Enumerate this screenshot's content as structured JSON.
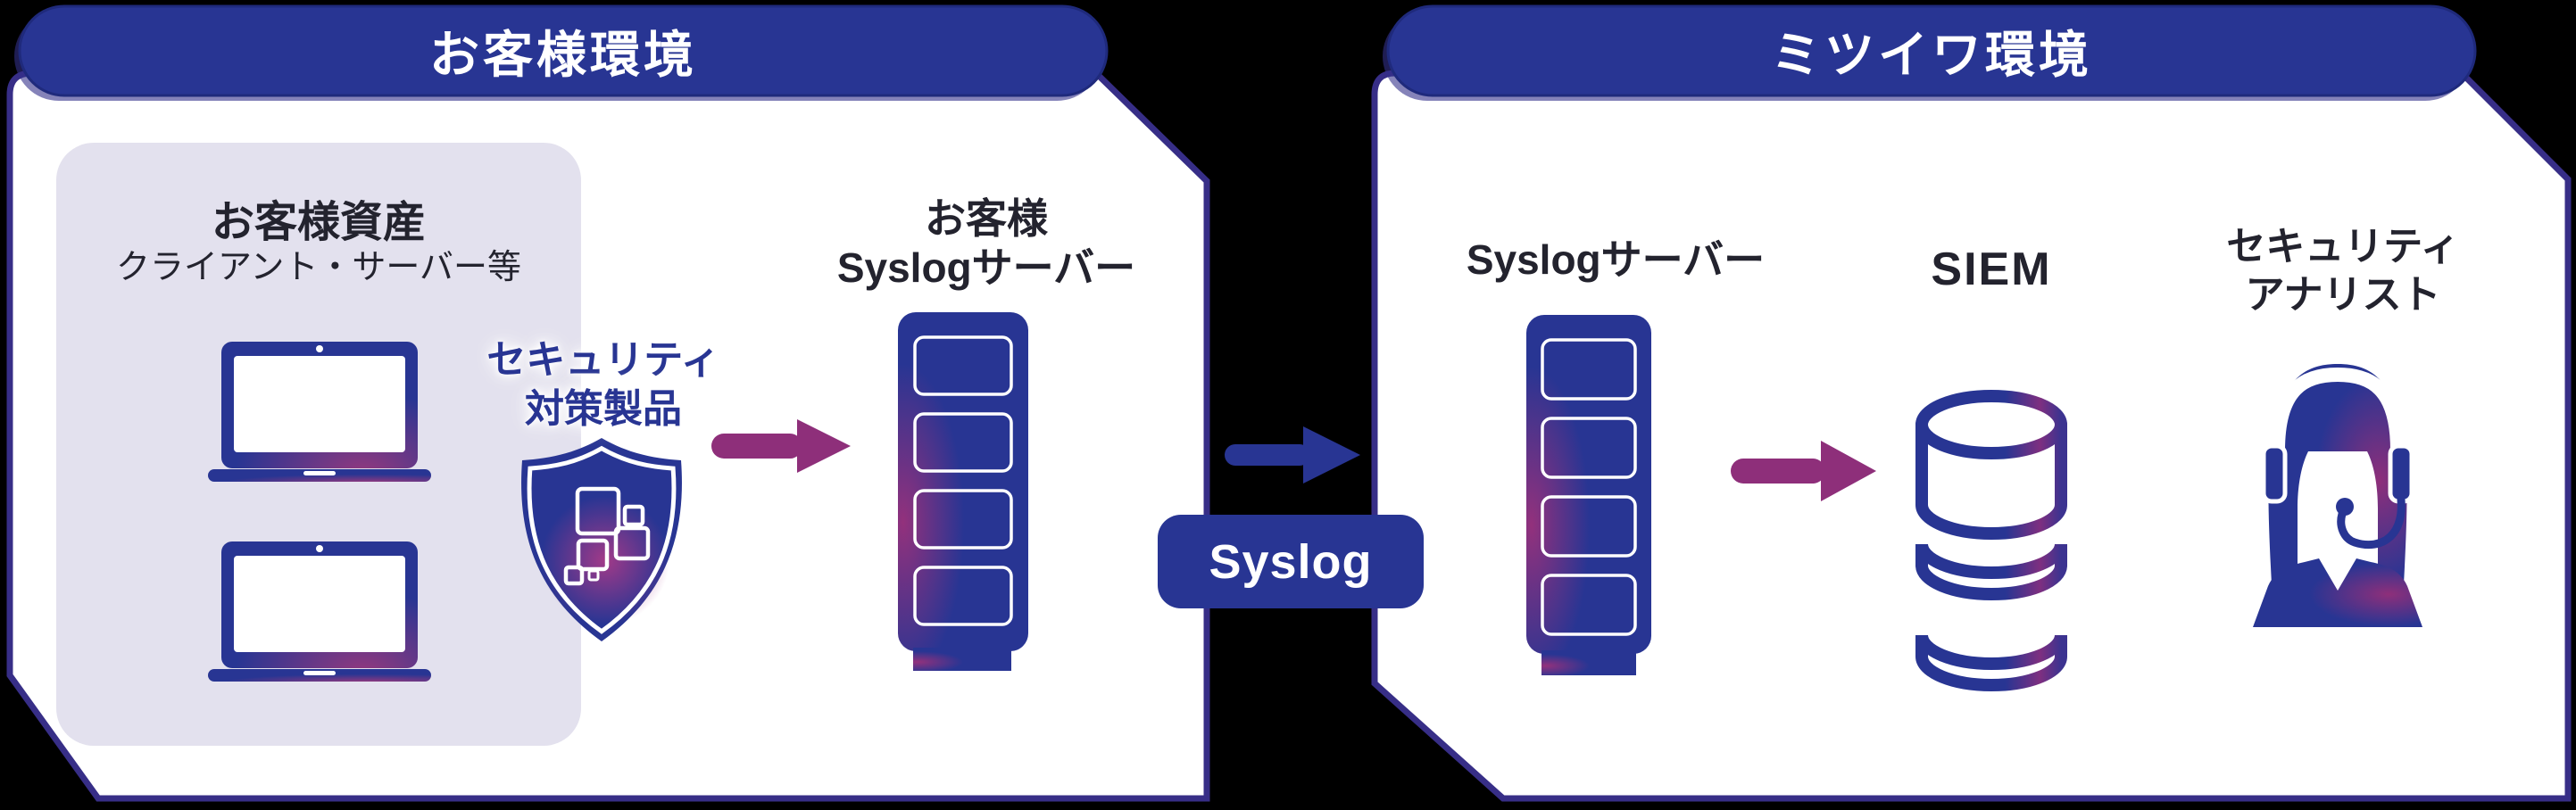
{
  "diagram_title": "Syslog monitoring service flow",
  "colors": {
    "primary_blue": "#283593",
    "panel_border_indigo": "#372e87",
    "pill_edge": "#1f2a7c",
    "magenta_accent": "#8e2f7a",
    "lavender_box": "#e3e1ee",
    "text_dark": "#23232e",
    "white": "#ffffff"
  },
  "left_panel": {
    "title": "お客様環境",
    "assets": {
      "title": "お客様資産",
      "subtitle": "クライアント・サーバー等"
    },
    "security_product": {
      "line1": "セキュリティ",
      "line2": "対策製品"
    },
    "customer_syslog": {
      "line1": "お客様",
      "line2": "Syslogサーバー"
    }
  },
  "connector": {
    "syslog_label": "Syslog"
  },
  "right_panel": {
    "title": "ミツイワ環境",
    "syslog_server_label": "Syslogサーバー",
    "siem_label": "SIEM",
    "analyst": {
      "line1": "セキュリティ",
      "line2": "アナリスト"
    }
  },
  "icons": [
    "laptop-icon",
    "shield-icon",
    "server-icon",
    "arrow-right-icon",
    "database-icon",
    "analyst-icon"
  ]
}
